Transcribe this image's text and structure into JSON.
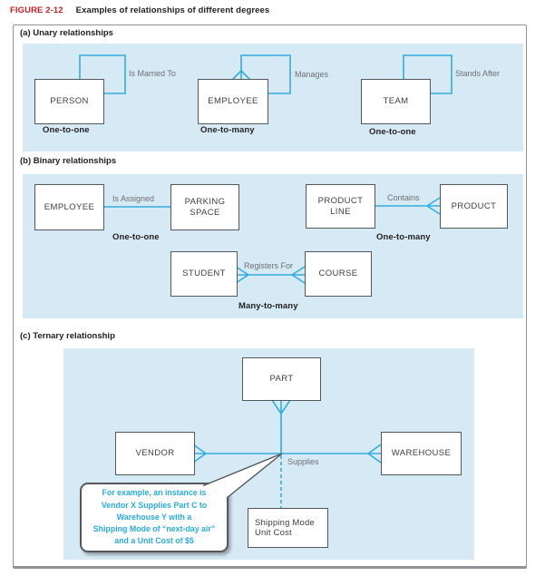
{
  "figure": {
    "label": "FIGURE 2-12",
    "title": "Examples of relationships of different degrees"
  },
  "sections": {
    "a": {
      "header": "(a) Unary relationships",
      "person": {
        "entity": "PERSON",
        "label": "Is Married To",
        "cardinality": "One-to-one"
      },
      "employee": {
        "entity": "EMPLOYEE",
        "label": "Manages",
        "cardinality": "One-to-many"
      },
      "team": {
        "entity": "TEAM",
        "label": "Stands After",
        "cardinality": "One-to-one"
      }
    },
    "b": {
      "header": "(b) Binary relationships",
      "row1": {
        "left": "EMPLOYEE",
        "label": "Is Assigned",
        "right": "PARKING SPACE",
        "cardinality": "One-to-one"
      },
      "row2": {
        "left": "PRODUCT LINE",
        "label": "Contains",
        "right": "PRODUCT",
        "cardinality": "One-to-many"
      },
      "row3": {
        "left": "STUDENT",
        "label": "Registers For",
        "right": "COURSE",
        "cardinality": "Many-to-many"
      }
    },
    "c": {
      "header": "(c) Ternary relationship",
      "top_entity": "PART",
      "left_entity": "VENDOR",
      "right_entity": "WAREHOUSE",
      "relationship_label": "Supplies",
      "attribute_line1": "Shipping Mode",
      "attribute_line2": "Unit Cost",
      "callout_lines": [
        "For example, an instance is",
        "Vendor X Supplies Part C to",
        "Warehouse Y with a",
        "Shipping Mode of “next-day air”",
        "and a Unit Cost of $5"
      ]
    }
  },
  "colors": {
    "relationship_line": "#33acde",
    "panel_background": "#d6eaf5",
    "figure_label_red": "#cb2026",
    "callout_text_blue": "#29abe2",
    "entity_border": "#55575a"
  }
}
